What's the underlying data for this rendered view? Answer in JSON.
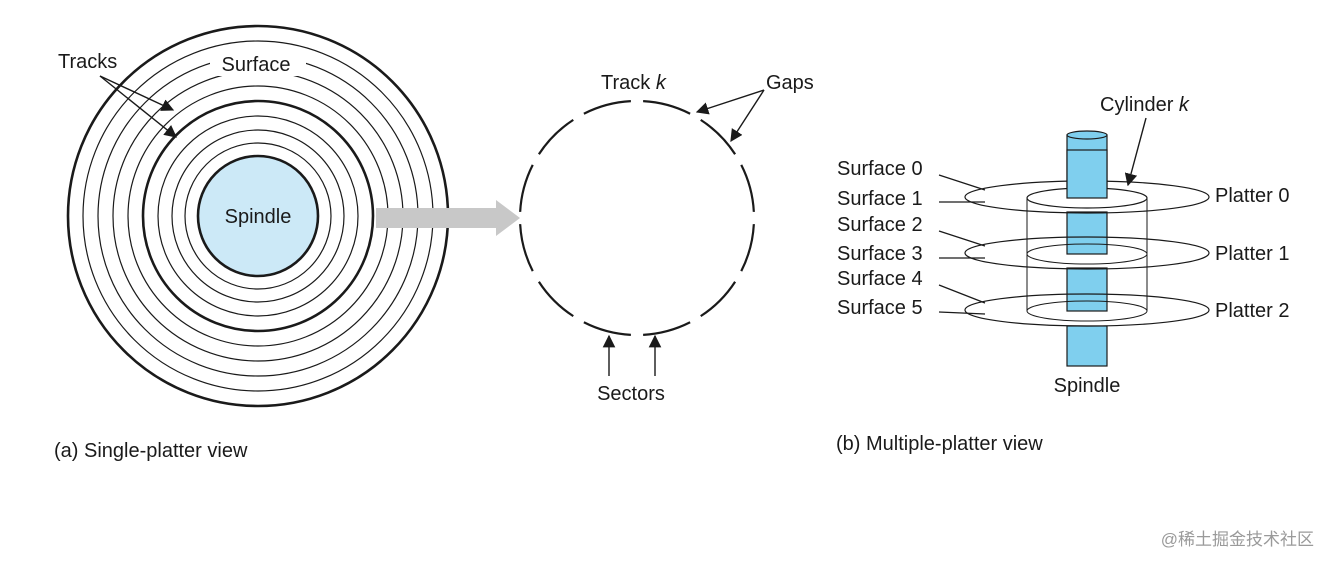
{
  "single_platter": {
    "caption": "(a) Single-platter view",
    "tracks_label": "Tracks",
    "surface_label": "Surface",
    "spindle_label": "Spindle"
  },
  "track_detail": {
    "track_label": "Track ",
    "track_var": "k",
    "gaps_label": "Gaps",
    "sectors_label": "Sectors"
  },
  "multi_platter": {
    "caption": "(b) Multiple-platter view",
    "cylinder_label": "Cylinder ",
    "cylinder_var": "k",
    "spindle_label": "Spindle",
    "surfaces": [
      "Surface 0",
      "Surface 1",
      "Surface 2",
      "Surface 3",
      "Surface 4",
      "Surface 5"
    ],
    "platters": [
      "Platter 0",
      "Platter 1",
      "Platter 2"
    ]
  },
  "watermark": "@稀土掘金技术社区",
  "colors": {
    "spindle_fill": "#cce9f7",
    "spindle_cyl_fill": "#7fcfee",
    "arrow_fill": "#c8c8c8",
    "line": "#1a1a1a"
  }
}
